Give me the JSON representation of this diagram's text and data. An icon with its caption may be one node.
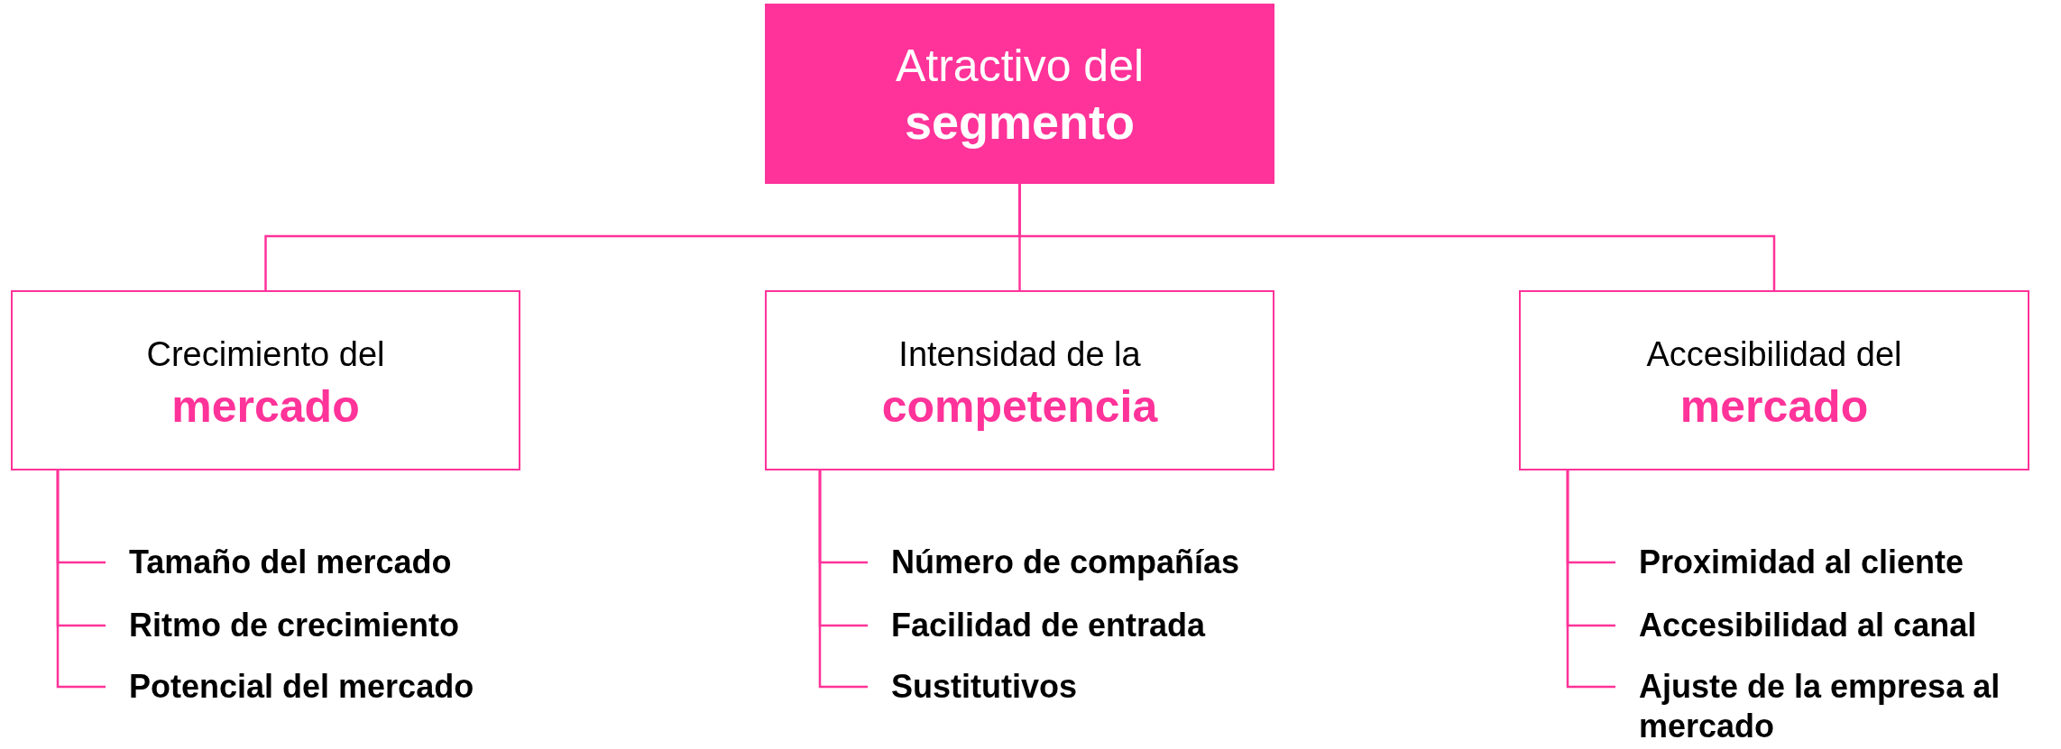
{
  "diagram": {
    "nodes": [
      {
        "text": [
          "Atractivo del **segmento**"
        ]
      },
      {
        "text": [
          "Crecimiento del **mercado**"
        ]
      },
      {
        "text": [
          "Intensidad de la **competencia**"
        ]
      },
      {
        "text": [
          "Accesibilidad del **mercado**"
        ]
      },
      {
        "text": [
          "Tamaño del mercado"
        ]
      },
      {
        "text": [
          "Ritmo de crecimiento"
        ]
      },
      {
        "text": [
          "Potencial del mercado"
        ]
      },
      {
        "text": [
          "Número de compañías"
        ]
      },
      {
        "text": [
          "Facilidad de entrada"
        ]
      },
      {
        "text": [
          "Sustitutivos"
        ]
      },
      {
        "text": [
          "Proximidad al cliente"
        ]
      },
      {
        "text": [
          "Accesibilidad al canal"
        ]
      },
      {
        "text": [
          "Ajuste de la empresa al mercado"
        ]
      }
    ],
    "edges": [
      {
        "from": 0,
        "to": 1,
        "arrow": "none"
      },
      {
        "from": 0,
        "to": 2,
        "arrow": "none"
      },
      {
        "from": 0,
        "to": 3,
        "arrow": "none"
      },
      {
        "from": 1,
        "to": 4,
        "arrow": "none"
      },
      {
        "from": 1,
        "to": 5,
        "arrow": "none"
      },
      {
        "from": 1,
        "to": 6,
        "arrow": "none"
      },
      {
        "from": 2,
        "to": 7,
        "arrow": "none"
      },
      {
        "from": 2,
        "to": 8,
        "arrow": "none"
      },
      {
        "from": 2,
        "to": 9,
        "arrow": "none"
      },
      {
        "from": 3,
        "to": 10,
        "arrow": "none"
      },
      {
        "from": 3,
        "to": 11,
        "arrow": "none"
      },
      {
        "from": 3,
        "to": 12,
        "arrow": "none"
      }
    ]
  }
}
